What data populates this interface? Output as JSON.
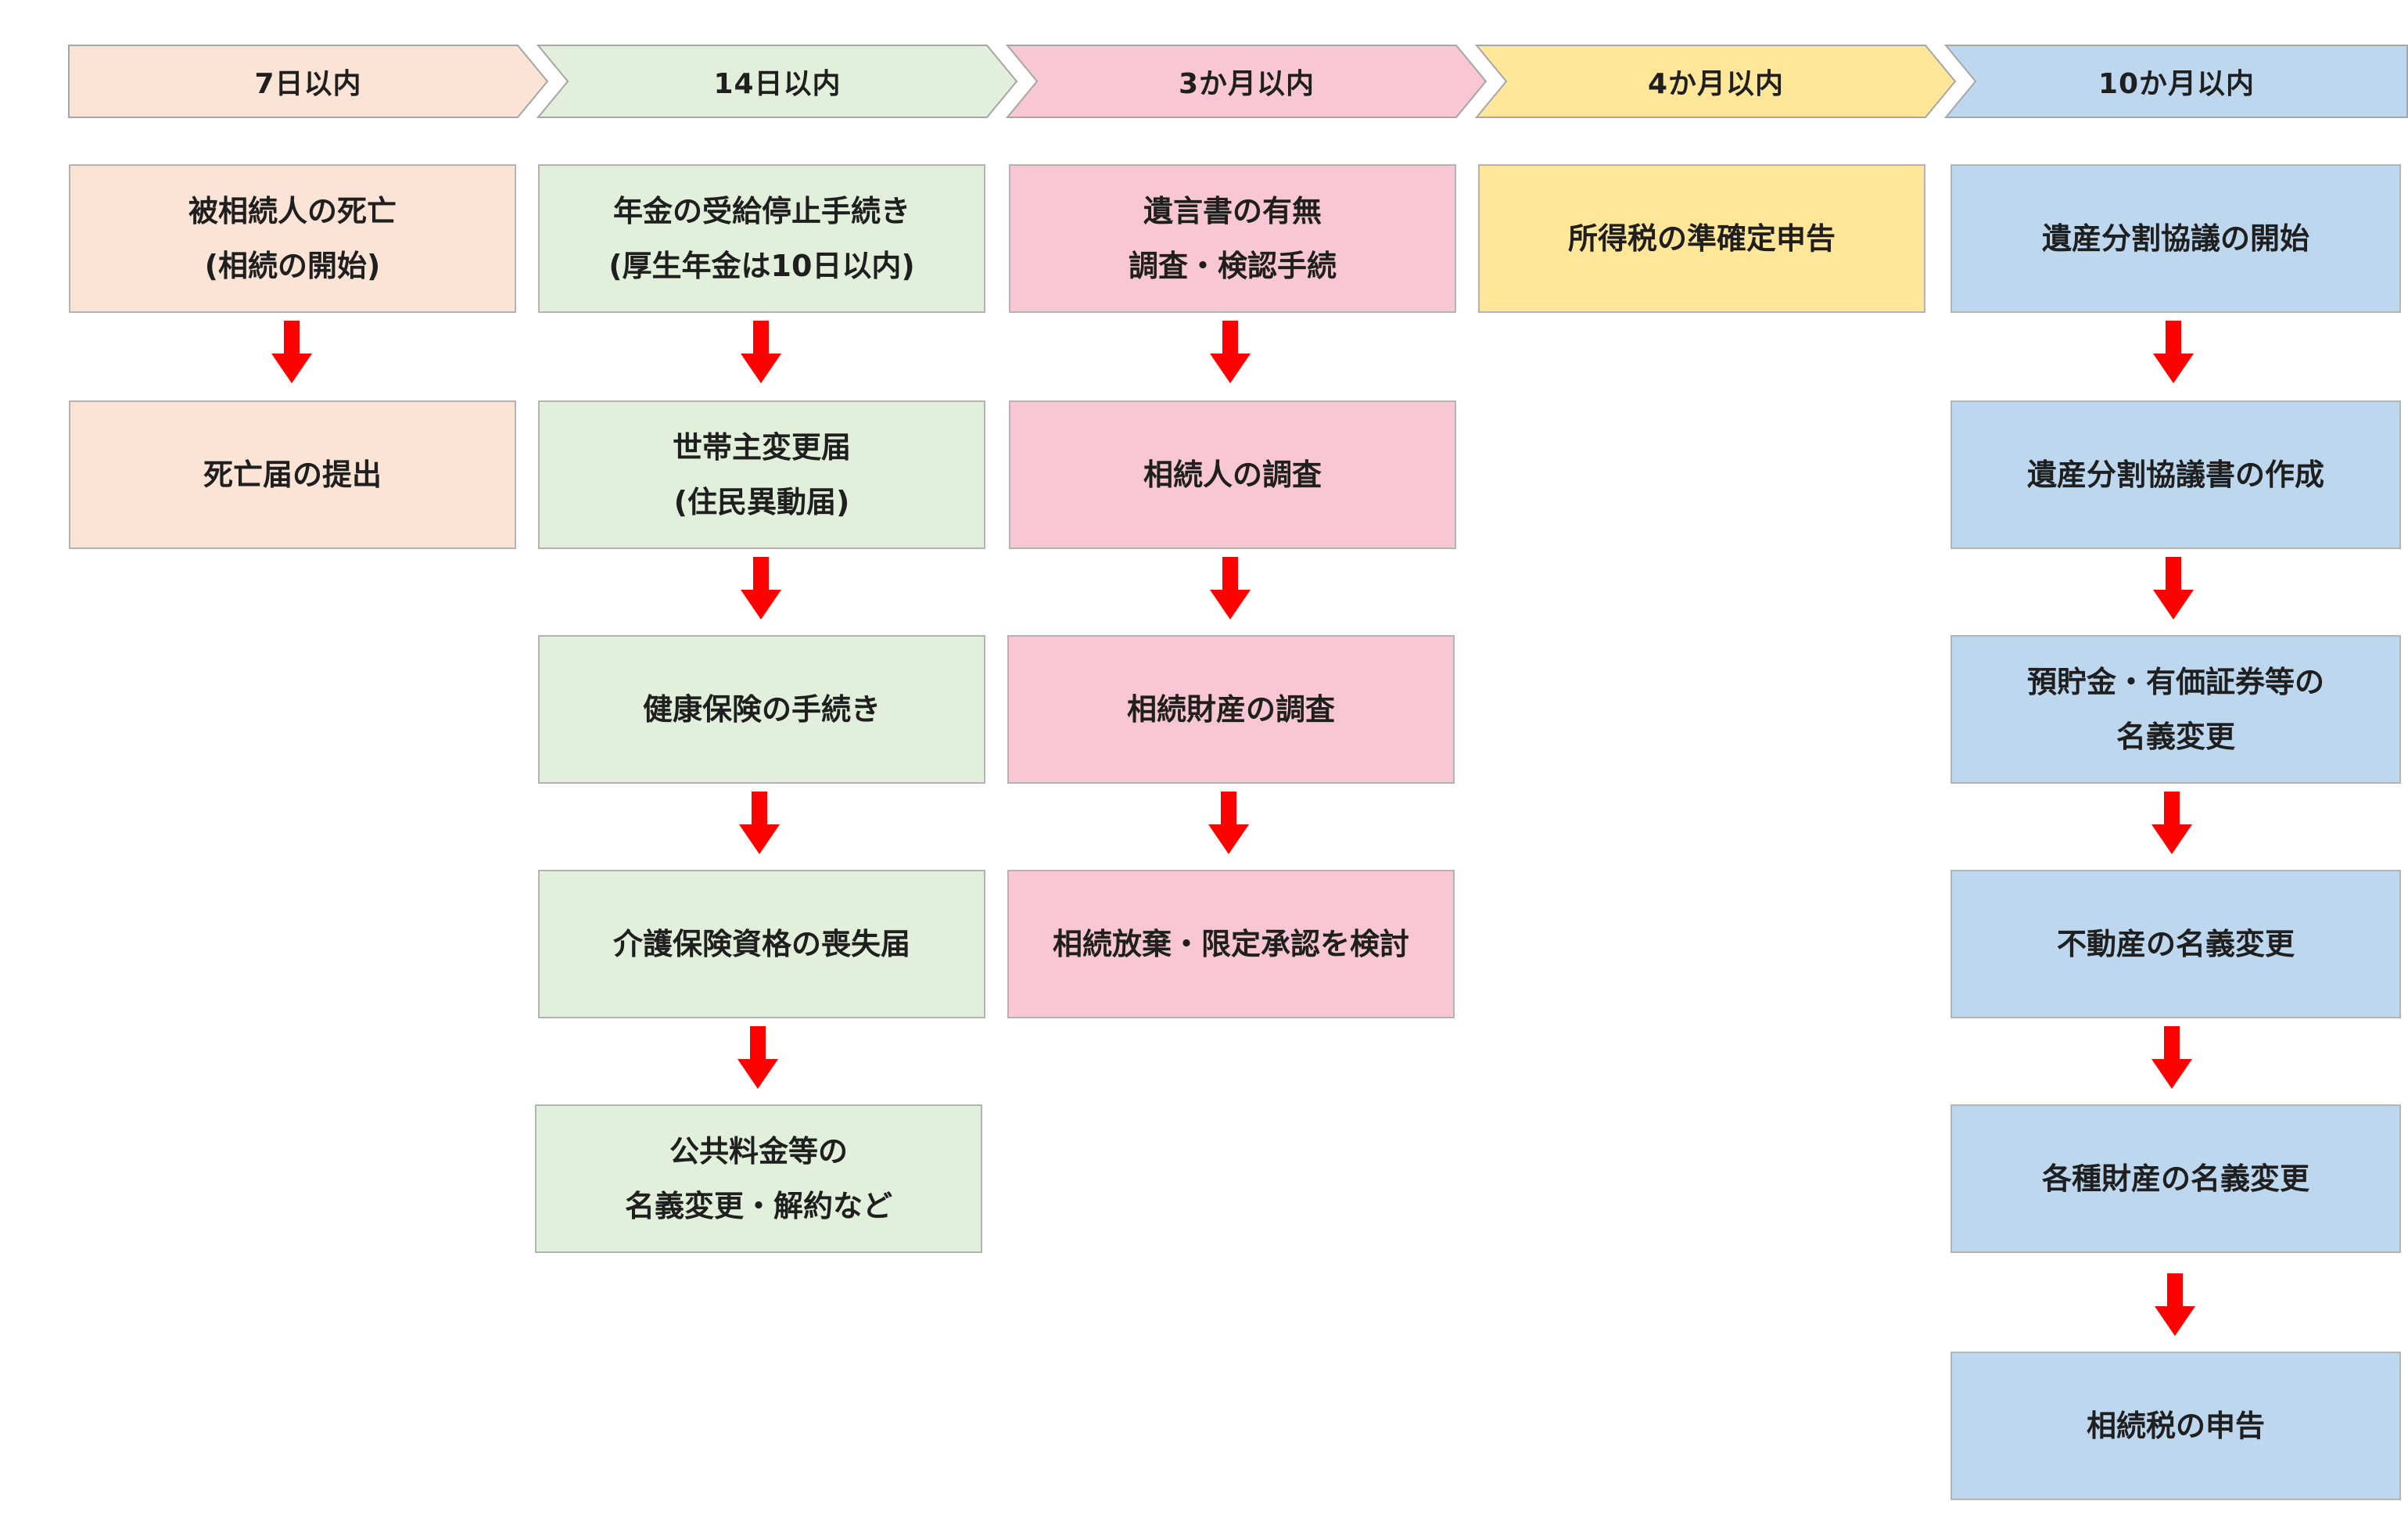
{
  "colors": {
    "col1": "#fbe4d6",
    "col2": "#e2efda",
    "col3": "#f8c6d4",
    "col4": "#ffe699",
    "col5": "#bdd7ee",
    "arrow": "#ff0000",
    "border": "#b3b3b3"
  },
  "columns": [
    {
      "header": "7日以内",
      "steps": [
        "被相続人の死亡\n(相続の開始)",
        "死亡届の提出"
      ]
    },
    {
      "header": "14日以内",
      "steps": [
        "年金の受給停止手続き\n(厚生年金は10日以内)",
        "世帯主変更届\n(住民異動届)",
        "健康保険の手続き",
        "介護保険資格の喪失届",
        "公共料金等の\n名義変更・解約など"
      ]
    },
    {
      "header": "3か月以内",
      "steps": [
        "遺言書の有無\n調査・検認手続",
        "相続人の調査",
        "相続財産の調査",
        "相続放棄・限定承認を検討"
      ]
    },
    {
      "header": "4か月以内",
      "steps": [
        "所得税の準確定申告"
      ]
    },
    {
      "header": "10か月以内",
      "steps": [
        "遺産分割協議の開始",
        "遺産分割協議書の作成",
        "預貯金・有価証券等の\n名義変更",
        "不動産の名義変更",
        "各種財産の名義変更",
        "相続税の申告"
      ]
    }
  ]
}
